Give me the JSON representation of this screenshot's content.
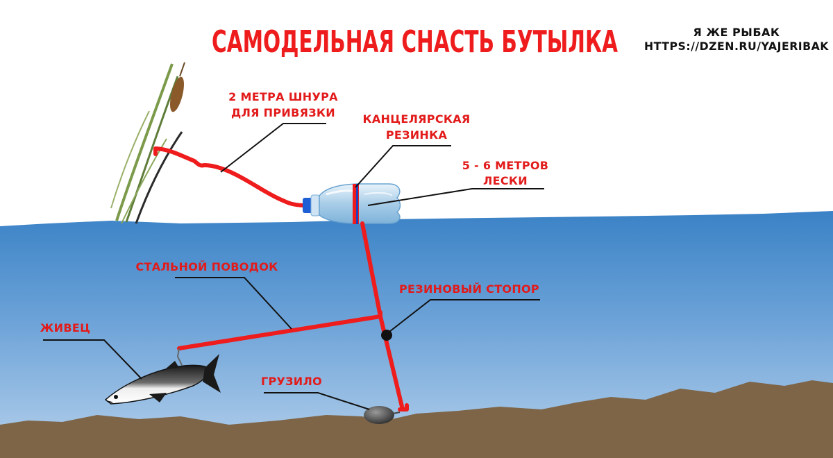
{
  "title": "САМОДЕЛЬНАЯ СНАСТЬ БУТЫЛКА",
  "brand": {
    "name": "Я ЖЕ РЫБАК",
    "url": "HTTPS://DZEN.RU/YAJERIBAK"
  },
  "labels": {
    "cord": {
      "line1": "2 МЕТРА ШНУРА",
      "line2": "ДЛЯ ПРИВЯЗКИ"
    },
    "rubber_band": {
      "line1": "КАНЦЕЛЯРСКАЯ",
      "line2": "РЕЗИНКА"
    },
    "fishing_line": {
      "line1": "5 - 6 МЕТРОВ",
      "line2": "ЛЕСКИ"
    },
    "steel_leader": "СТАЛЬНОЙ ПОВОДОК",
    "rubber_stopper": "РЕЗИНОВЫЙ СТОПОР",
    "live_bait": "ЖИВЕЦ",
    "sinker": "ГРУЗИЛО"
  },
  "colors": {
    "accent": "#ee1c1c",
    "water_top": "#3f86c9",
    "water_bottom": "#a9c8e8",
    "ground": "#7e6548",
    "bottle_cap": "#1f5fd6",
    "reed": "#6e8a45"
  }
}
